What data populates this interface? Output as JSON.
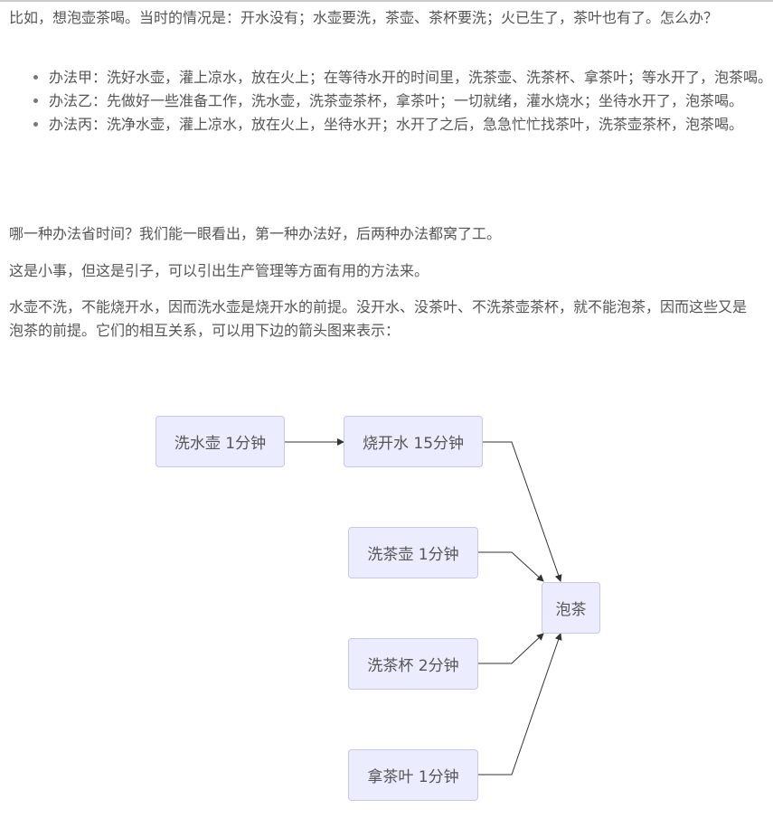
{
  "intro": "比如，想泡壶茶喝。当时的情况是：开水没有；水壶要洗，茶壶、茶杯要洗；火已生了，茶叶也有了。怎么办？",
  "methods": [
    "办法甲：洗好水壶，灌上凉水，放在火上；在等待水开的时间里，洗茶壶、洗茶杯、拿茶叶；等水开了，泡茶喝。",
    "办法乙：先做好一些准备工作，洗水壶，洗茶壶茶杯，拿茶叶；一切就绪，灌水烧水；坐待水开了，泡茶喝。",
    "办法丙：洗净水壶，灌上凉水，放在火上，坐待水开；水开了之后，急急忙忙找茶叶，洗茶壶茶杯，泡茶喝。"
  ],
  "para1": "哪一种办法省时间？我们能一眼看出，第一种办法好，后两种办法都窝了工。",
  "para2": "这是小事，但这是引子，可以引出生产管理等方面有用的方法来。",
  "para3": "水壶不洗，不能烧开水，因而洗水壶是烧开水的前提。没开水、没茶叶、不洗茶壶茶杯，就不能泡茶，因而这些又是泡茶的前提。它们的相互关系，可以用下边的箭头图来表示：",
  "diagram": {
    "nodes": {
      "wash_kettle": "洗水壶  1分钟",
      "boil_water": "烧开水  15分钟",
      "wash_teapot": "洗茶壶  1分钟",
      "wash_cups": "洗茶杯  2分钟",
      "get_tea": "拿茶叶  1分钟",
      "make_tea": "泡茶"
    },
    "edges": [
      [
        "wash_kettle",
        "boil_water"
      ],
      [
        "boil_water",
        "make_tea"
      ],
      [
        "wash_teapot",
        "make_tea"
      ],
      [
        "wash_cups",
        "make_tea"
      ],
      [
        "get_tea",
        "make_tea"
      ]
    ],
    "colors": {
      "node_fill": "#ececff",
      "node_border": "#c6c6f4",
      "edge": "#333333"
    }
  }
}
